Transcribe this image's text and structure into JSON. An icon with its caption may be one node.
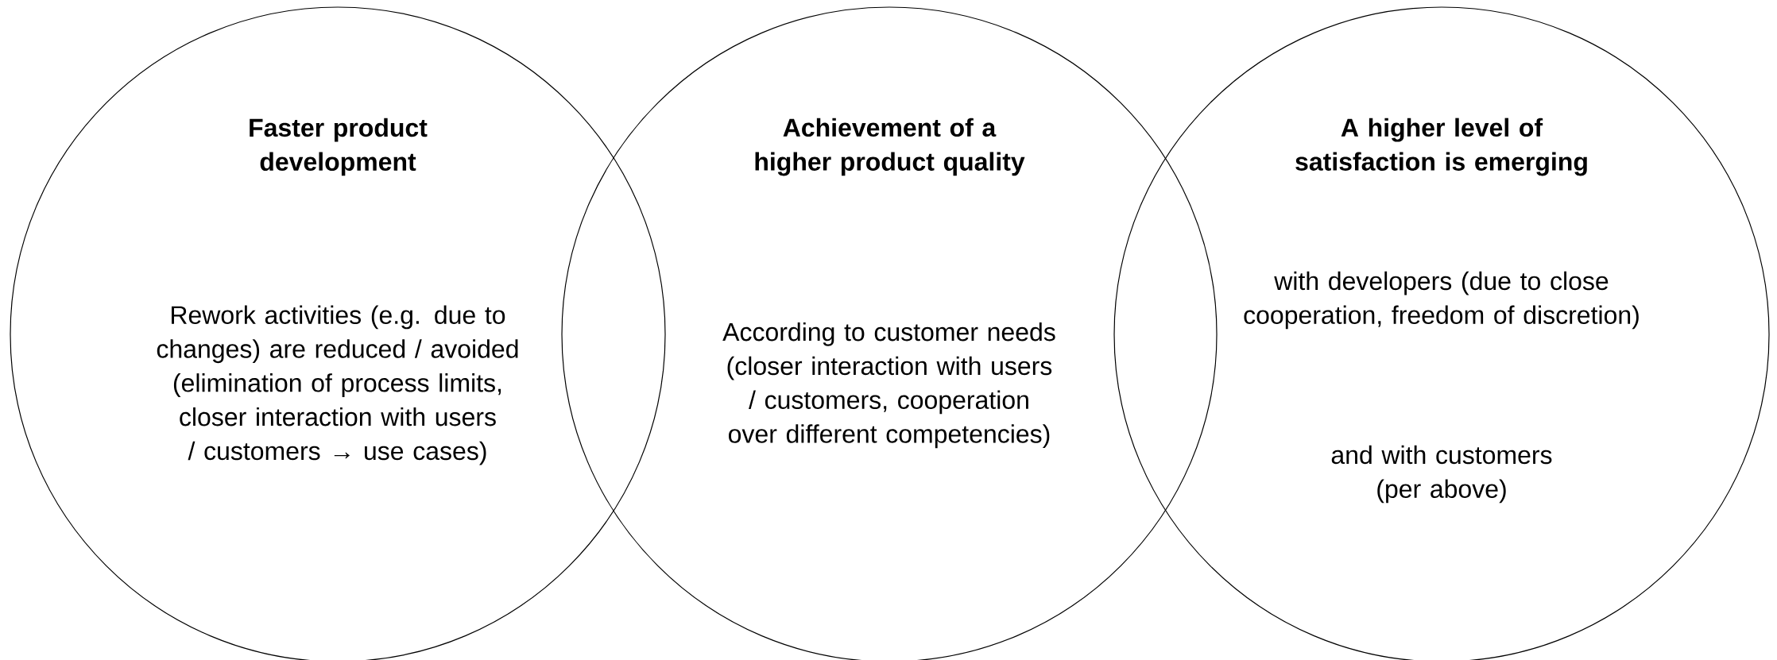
{
  "diagram": {
    "nodes": [
      {
        "text": [
          "Faster product development",
          "Rework activities (e.g. due to changes) are reduced / avoided (elimination of process limits, closer interaction with users / customers → use cases)"
        ]
      },
      {
        "text": [
          "Achievement of a higher product quality",
          "According to customer needs (closer interaction with users / customers, cooperation over different competencies)"
        ]
      },
      {
        "text": [
          "A higher level of satisfaction is emerging",
          "with developers (due to close cooperation, freedom of discretion)",
          "and with customers (per above)"
        ]
      }
    ]
  }
}
